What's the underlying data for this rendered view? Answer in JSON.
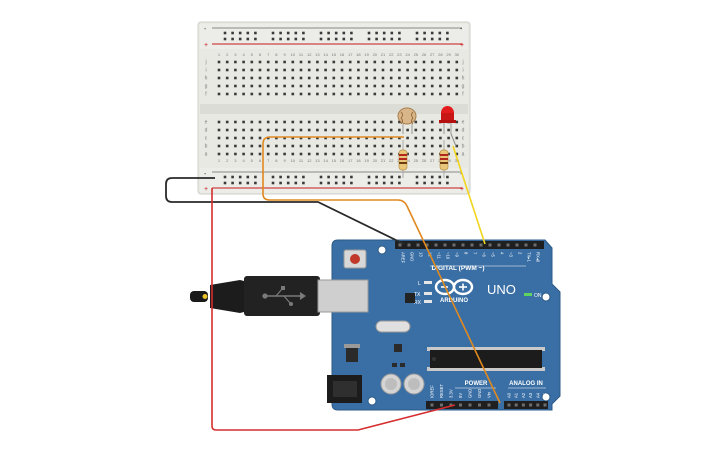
{
  "breadboard": {
    "top_row_letters": [
      "j",
      "i",
      "h",
      "g",
      "f"
    ],
    "bottom_row_letters": [
      "e",
      "d",
      "c",
      "b",
      "a"
    ],
    "column_numbers": [
      "1",
      "2",
      "3",
      "4",
      "5",
      "6",
      "7",
      "8",
      "9",
      "10",
      "11",
      "12",
      "13",
      "14",
      "15",
      "16",
      "17",
      "18",
      "19",
      "20",
      "21",
      "22",
      "23",
      "24",
      "25",
      "26",
      "27",
      "28",
      "29",
      "30"
    ],
    "rail_minus": "-",
    "rail_plus": "+"
  },
  "arduino": {
    "logo_text": "ARDUINO",
    "model": "UNO",
    "on_label": "ON",
    "led_l": "L",
    "led_tx": "TX",
    "led_rx": "RX",
    "digital_label": "DIGITAL (PWM ~)",
    "power_label": "POWER",
    "analog_label": "ANALOG IN",
    "digital_pins": [
      "AREF",
      "GND",
      "13",
      "12",
      "~11",
      "~10",
      "~9",
      "8",
      "7",
      "~6",
      "~5",
      "4",
      "~3",
      "2",
      "TX▸1",
      "RX◂0"
    ],
    "power_pins": [
      "IOREF",
      "RESET",
      "3.3V",
      "5V",
      "GND",
      "GND",
      "Vin"
    ],
    "analog_pins": [
      "A0",
      "A1",
      "A2",
      "A3",
      "A4",
      "A5"
    ]
  },
  "colors": {
    "board_blue": "#3a6fa5",
    "breadboard": "#e9e9e4",
    "wire_black": "#2a2a2a",
    "wire_orange": "#e0891f",
    "wire_yellow": "#f1d51c",
    "wire_red": "#d62d2d",
    "led_red": "#e21c1c"
  }
}
